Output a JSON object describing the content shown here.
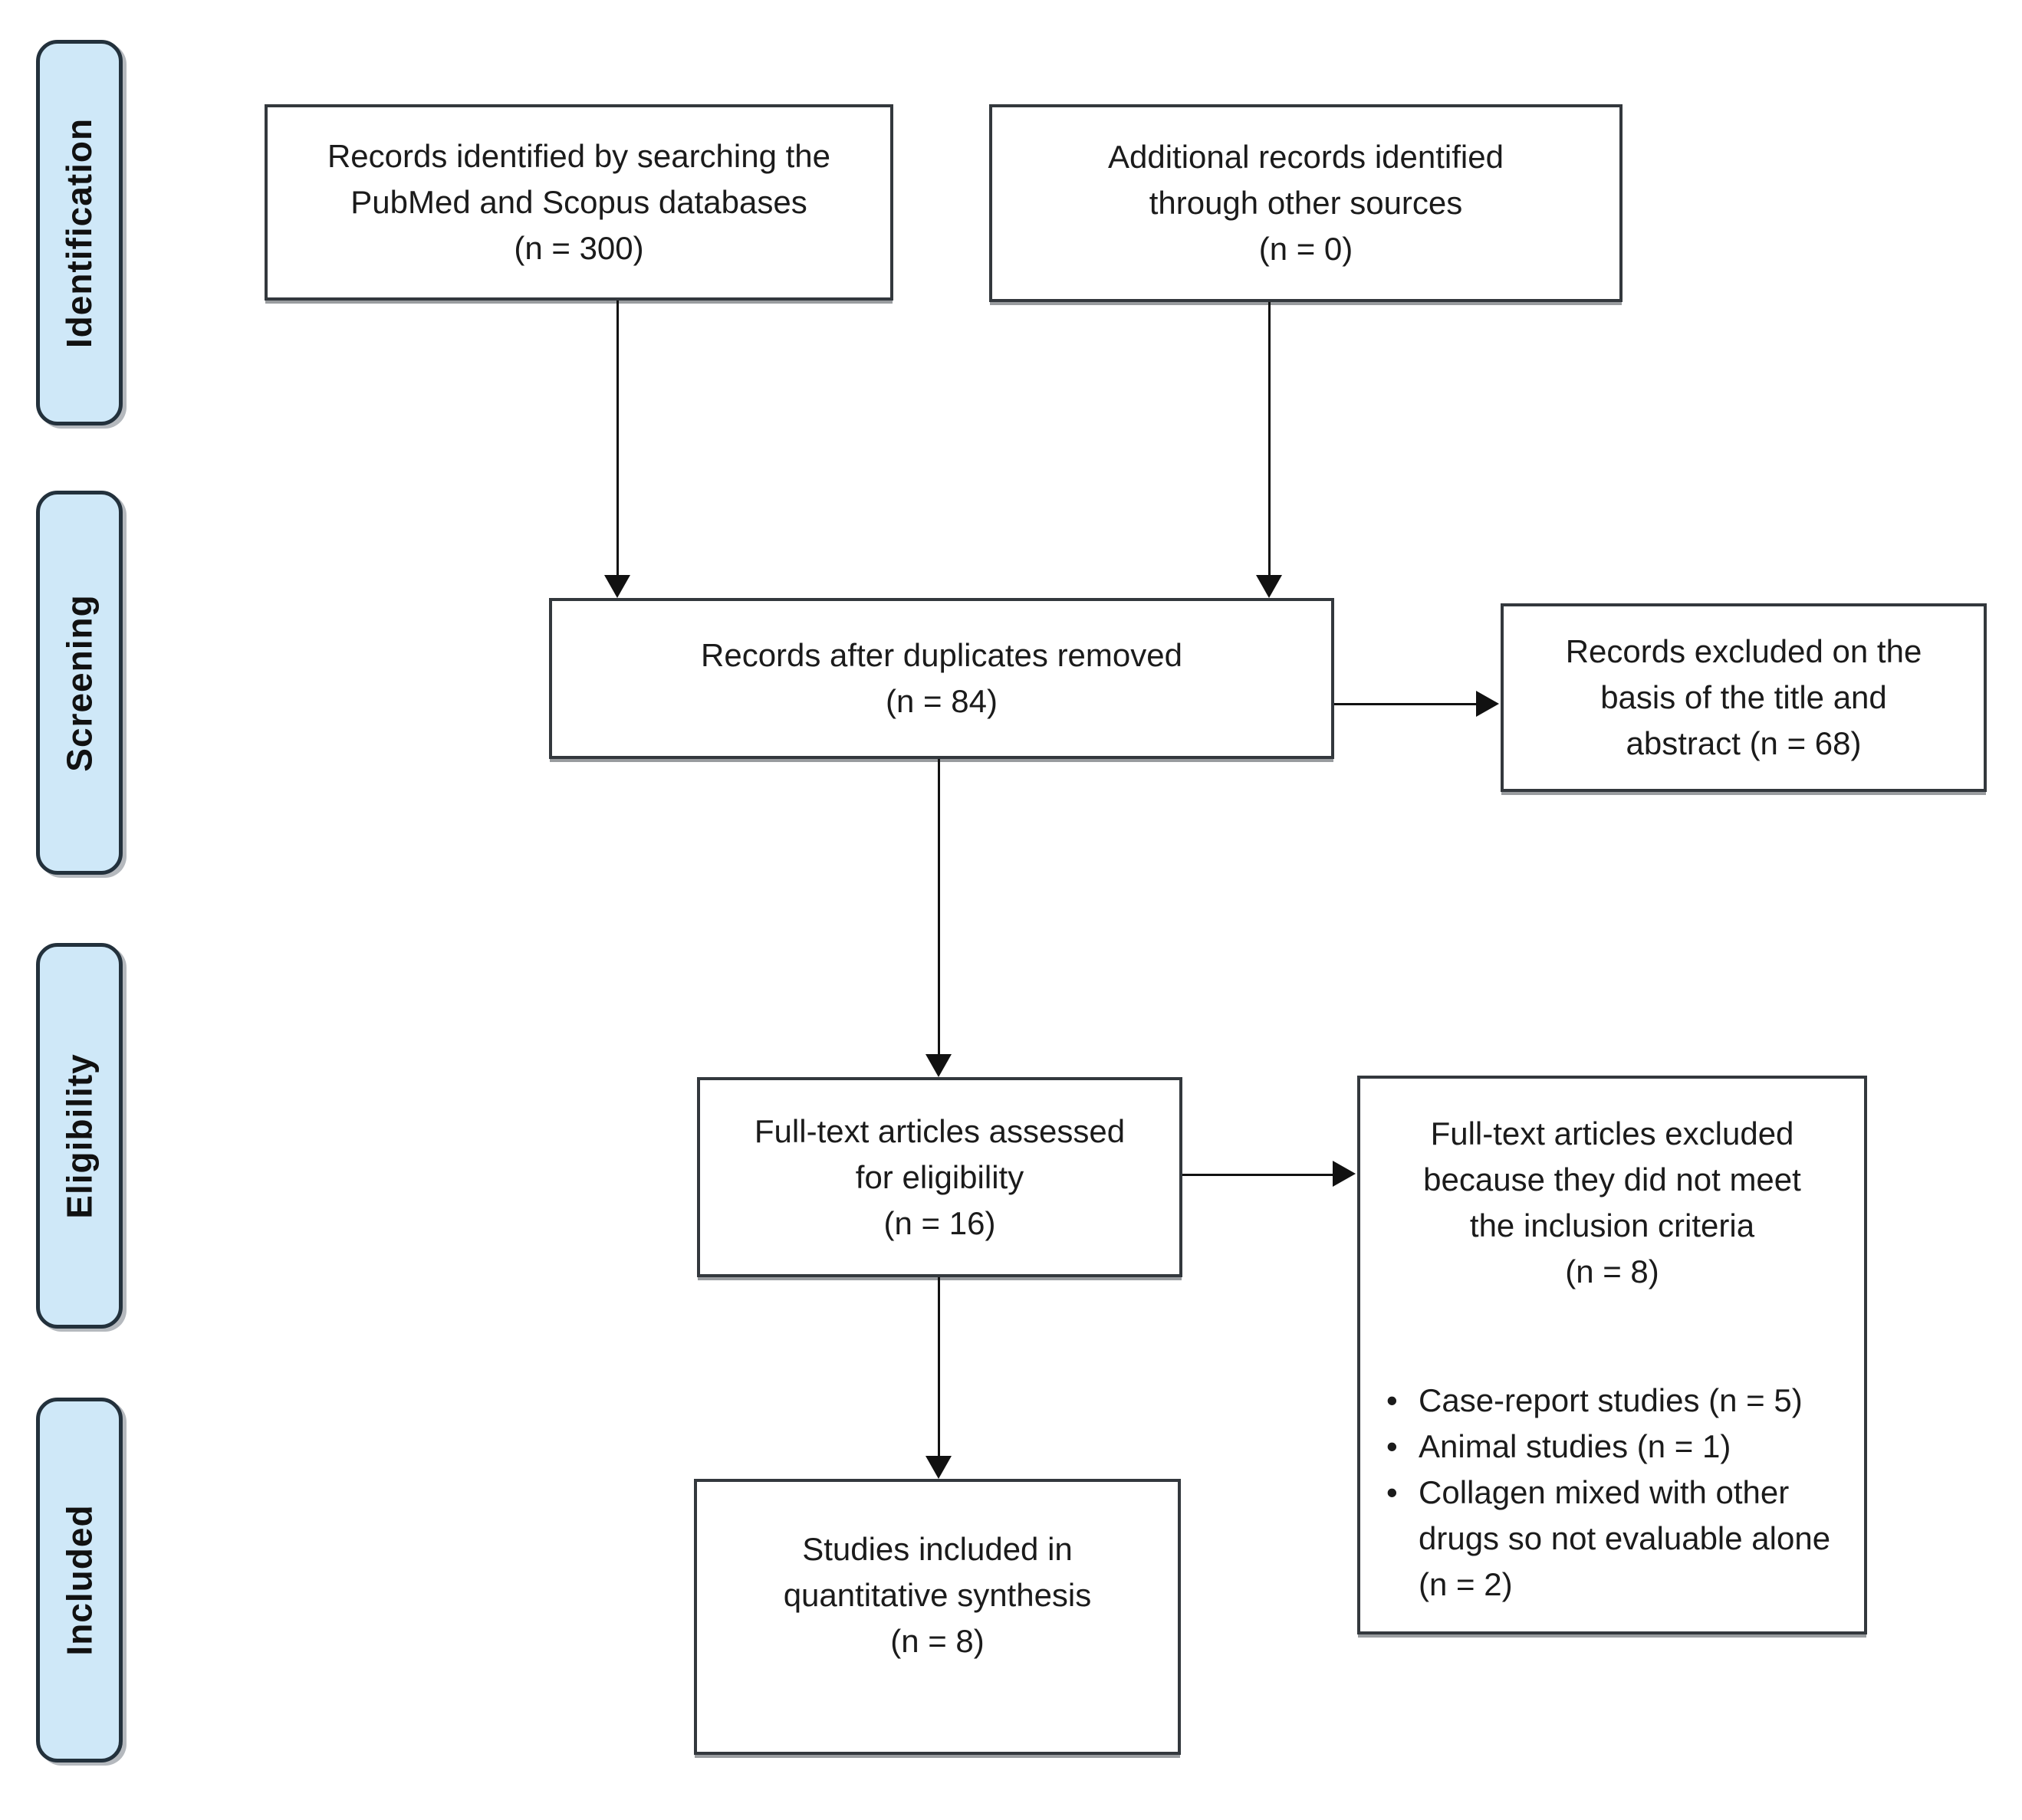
{
  "palette": {
    "background": "#ffffff",
    "sidebar_fill": "#cfe8f8",
    "sidebar_border": "#23313c",
    "box_border": "#33383d",
    "arrow_color": "#111111",
    "text_color": "#1b1b1b"
  },
  "sidebar": {
    "stages": [
      {
        "label": "Identification"
      },
      {
        "label": "Screening"
      },
      {
        "label": "Eligibility"
      },
      {
        "label": "Included"
      }
    ]
  },
  "boxes": {
    "records_identified": {
      "lines": [
        "Records identified by searching the",
        "PubMed and Scopus databases",
        "(n = 300)"
      ],
      "n": 300
    },
    "additional_records": {
      "lines": [
        "Additional records identified",
        "through other sources",
        "(n = 0)"
      ],
      "n": 0
    },
    "after_duplicates": {
      "lines": [
        "Records after duplicates removed",
        "(n = 84)"
      ],
      "n": 84
    },
    "records_excluded": {
      "lines": [
        "Records excluded on the",
        "basis of the title and",
        "abstract (n = 68)"
      ],
      "n": 68
    },
    "fulltext_assessed": {
      "lines": [
        "Full-text articles assessed",
        "for eligibility",
        "(n = 16)"
      ],
      "n": 16
    },
    "fulltext_excluded": {
      "heading_lines": [
        "Full-text articles excluded",
        "because they did not meet",
        "the inclusion criteria",
        "(n = 8)"
      ],
      "n": 8,
      "bullet_char": "•",
      "bullets": [
        "Case-report studies (n = 5)",
        "Animal studies (n = 1)",
        "Collagen mixed with other drugs so not evaluable alone (n = 2)"
      ]
    },
    "studies_included": {
      "lines": [
        "Studies included in",
        "quantitative synthesis",
        "(n = 8)"
      ],
      "n": 8
    }
  }
}
